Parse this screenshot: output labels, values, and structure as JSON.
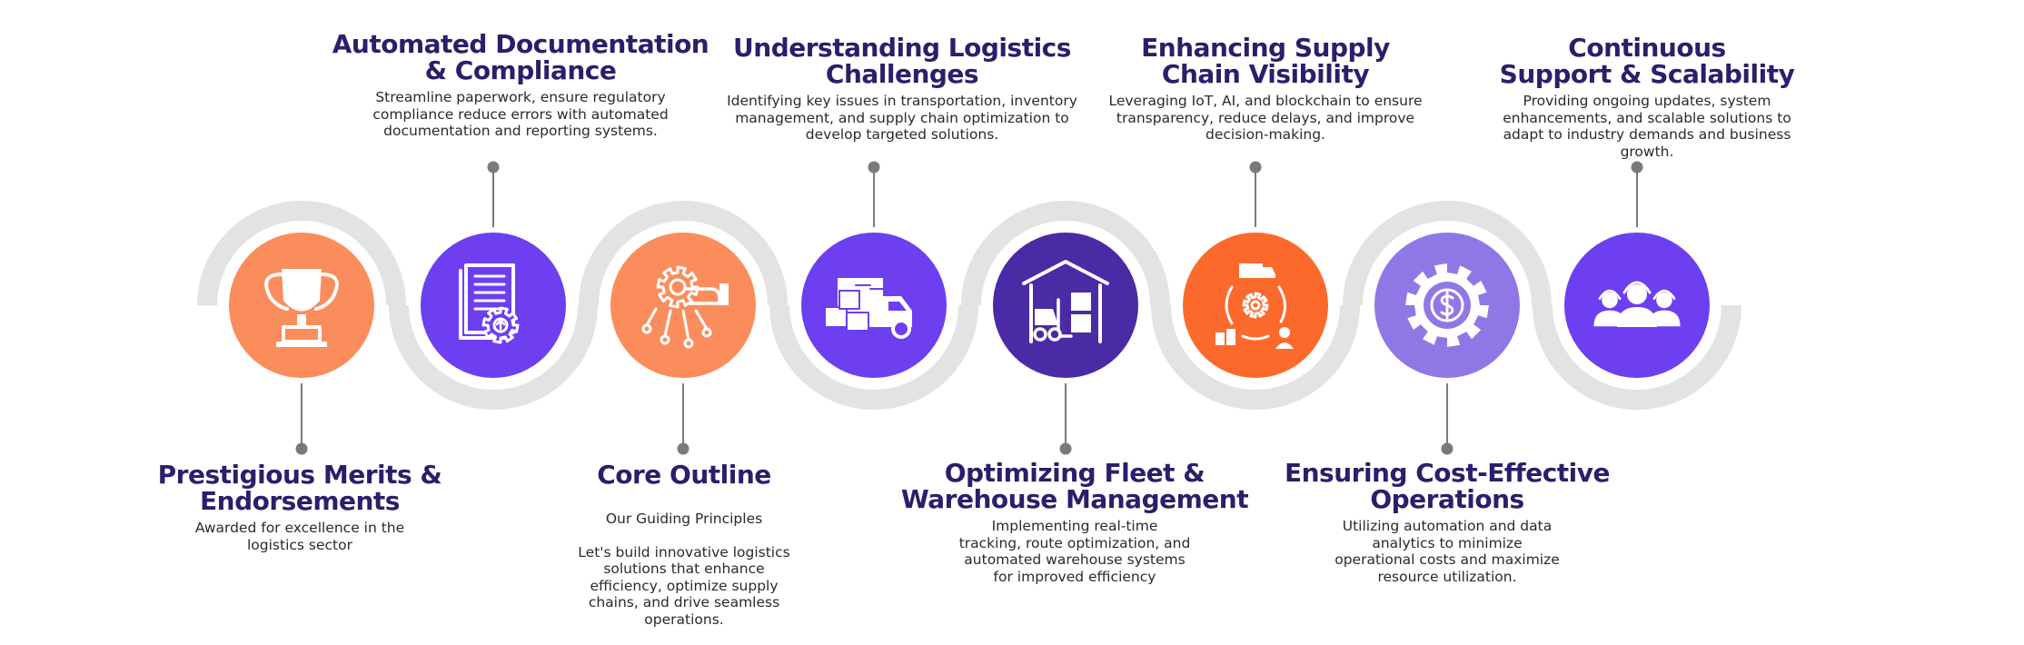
{
  "colors": {
    "track": "#e3e3e3",
    "connector": "#7a7a7a",
    "title": "#2d1d6b",
    "orange": "#fb8d5c",
    "purple": "#6d3ff0",
    "deep_purple": "#4a2aa5",
    "bright_orange": "#fb6a2c",
    "lavender": "#8f78e6"
  },
  "steps": [
    {
      "icon": "trophy-icon",
      "title": "Prestigious Merits &\nEndorsements",
      "desc": "Awarded for excellence in the\nlogistics sector"
    },
    {
      "icon": "document-gear-icon",
      "title": "Automated Documentation\n& Compliance",
      "desc": "Streamline paperwork, ensure regulatory\ncompliance  reduce errors with automated\ndocumentation and reporting systems."
    },
    {
      "icon": "hand-gear-circuit-icon",
      "title": "Core Outline",
      "subtitle": "Our Guiding Principles",
      "desc": "Let's build innovative logistics\nsolutions that enhance\nefficiency, optimize supply\nchains, and drive seamless\noperations."
    },
    {
      "icon": "delivery-truck-icon",
      "title": "Understanding Logistics\nChallenges",
      "desc": "Identifying key issues in transportation, inventory\nmanagement, and supply chain optimization to\ndevelop targeted solutions."
    },
    {
      "icon": "warehouse-forklift-icon",
      "title": "Optimizing Fleet &\nWarehouse Management",
      "desc": "Implementing real-time\ntracking, route optimization, and\nautomated warehouse systems\nfor improved efficiency"
    },
    {
      "icon": "supply-chain-cycle-icon",
      "title": "Enhancing Supply\nChain Visibility",
      "desc": "Leveraging IoT, AI, and blockchain to ensure\ntransparency, reduce delays, and improve\ndecision-making."
    },
    {
      "icon": "dollar-gear-icon",
      "title": "Ensuring Cost-Effective\nOperations",
      "desc": "Utilizing automation and data\nanalytics to minimize\noperational costs and maximize\nresource utilization."
    },
    {
      "icon": "support-team-icon",
      "title": "Continuous\nSupport & Scalability",
      "desc": "Providing ongoing updates, system\nenhancements, and scalable solutions to\nadapt to industry demands and business\ngrowth."
    }
  ]
}
